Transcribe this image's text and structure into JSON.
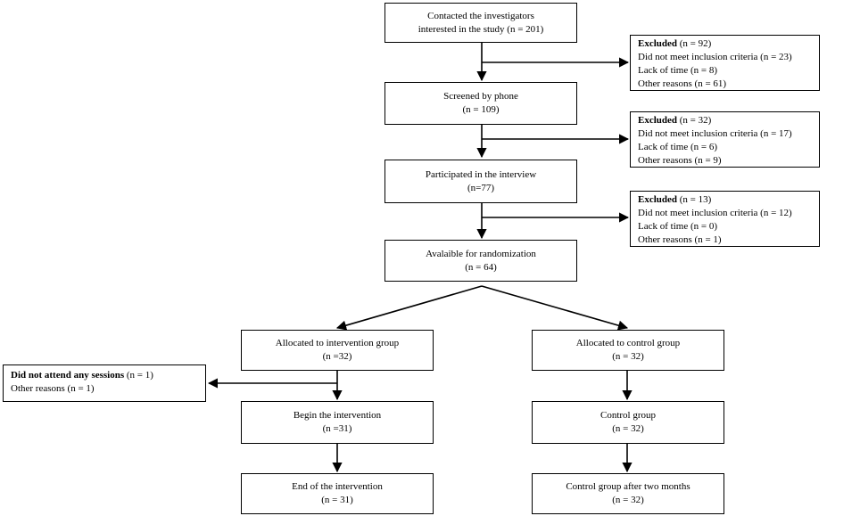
{
  "main_flow": [
    {
      "line1": "Contacted the investigators",
      "line2": "interested in the study (n = 201)"
    },
    {
      "line1": "Screened by phone",
      "line2": "(n = 109)"
    },
    {
      "line1": "Participated in the interview",
      "line2": "(n=77)"
    },
    {
      "line1": "Avalaible for randomization",
      "line2": "(n = 64)"
    }
  ],
  "exclusions": [
    {
      "title": "Excluded",
      "count": " (n = 92)",
      "inclusion": "Did not meet inclusion criteria (n = 23)",
      "time": "Lack of time (n = 8)",
      "other": "Other reasons (n = 61)"
    },
    {
      "title": "Excluded",
      "count": " (n = 32)",
      "inclusion": "Did not meet inclusion criteria (n = 17)",
      "time": "Lack of time (n = 6)",
      "other": "Other reasons (n = 9)"
    },
    {
      "title": "Excluded",
      "count": " (n = 13)",
      "inclusion": "Did not meet inclusion criteria (n = 12)",
      "time": "Lack of time (n = 0)",
      "other": "Other reasons (n = 1)"
    }
  ],
  "intervention": [
    {
      "line1": "Allocated to intervention group",
      "line2": "(n =32)"
    },
    {
      "line1": "Begin the intervention",
      "line2": "(n =31)"
    },
    {
      "line1": "End of the intervention",
      "line2": "(n = 31)"
    }
  ],
  "control": [
    {
      "line1": "Allocated to control group",
      "line2": "(n = 32)"
    },
    {
      "line1": "Control group",
      "line2": "(n = 32)"
    },
    {
      "line1": "Control group after two months",
      "line2": "(n = 32)"
    }
  ],
  "dropout": {
    "title": "Did not attend any sessions",
    "count": " (n = 1)",
    "other": "Other reasons (n = 1)"
  }
}
